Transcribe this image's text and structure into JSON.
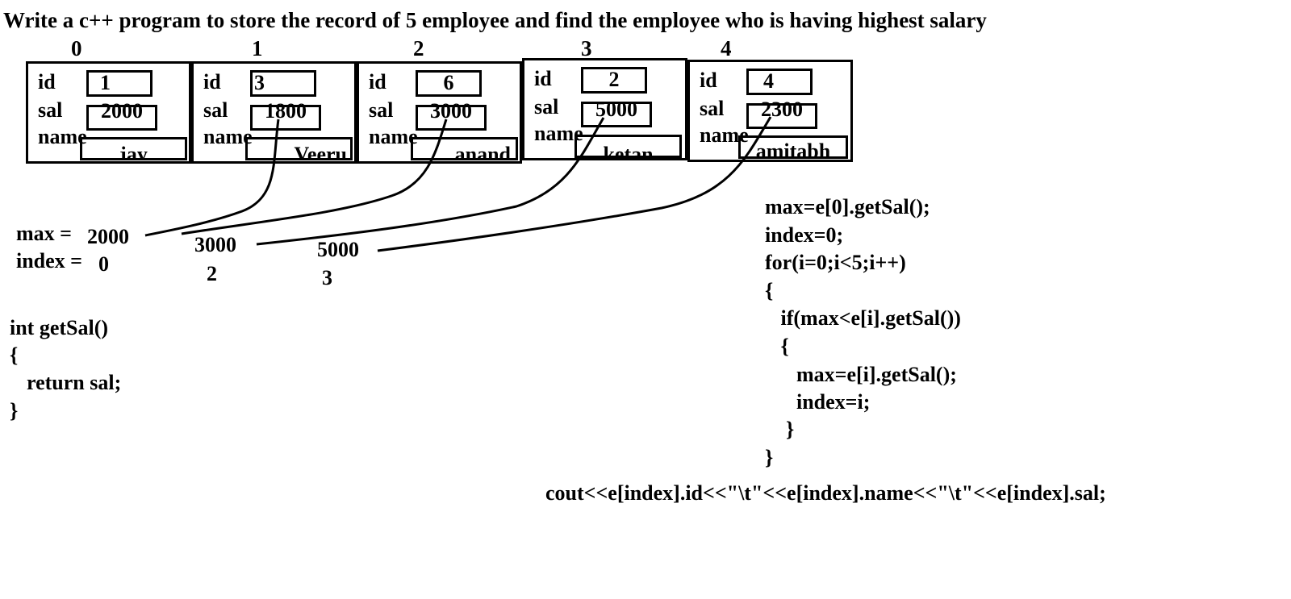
{
  "title": "Write a c++ program to store the record of 5 employee and find the employee who is having highest salary",
  "labels": {
    "id": "id",
    "sal": "sal",
    "name": "name"
  },
  "employees": [
    {
      "index": "0",
      "id": "1",
      "sal": "2000",
      "name": "jay"
    },
    {
      "index": "1",
      "id": "3",
      "sal": "1800",
      "name": "Veeru"
    },
    {
      "index": "2",
      "id": "6",
      "sal": "3000",
      "name": "anand"
    },
    {
      "index": "3",
      "id": "2",
      "sal": "5000",
      "name": "ketan"
    },
    {
      "index": "4",
      "id": "4",
      "sal": "2300",
      "name": "amitabh"
    }
  ],
  "trace": {
    "max_label": "max =",
    "index_label": "index =",
    "max_initial": "2000",
    "index_initial": "0",
    "max_step1": "3000",
    "index_step1": "2",
    "max_step2": "5000",
    "index_step2": "3"
  },
  "getsal_code": [
    "int getSal()",
    "{",
    "  return sal;",
    "}"
  ],
  "loop_code": [
    "max=e[0].getSal();",
    "index=0;",
    "for(i=0;i<5;i++)",
    "{",
    "   if(max<e[i].getSal())",
    "   {",
    "      max=e[i].getSal();",
    "      index=i;",
    "    }",
    "}"
  ],
  "cout_line": "cout<<e[index].id<<\"\\t\"<<e[index].name<<\"\\t\"<<e[index].sal;"
}
